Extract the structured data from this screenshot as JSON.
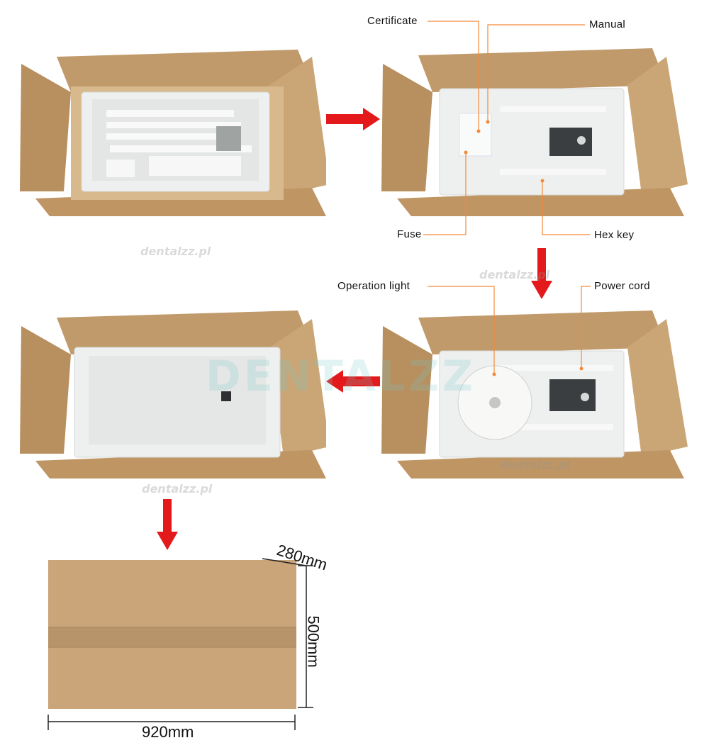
{
  "callouts": {
    "certificate": "Certificate",
    "manual": "Manual",
    "fuse": "Fuse",
    "hex_key": "Hex key",
    "operation_light": "Operation light",
    "power_cord": "Power cord"
  },
  "dimensions": {
    "depth": "280mm",
    "height": "500mm",
    "width": "920mm"
  },
  "watermarks": {
    "text": "dentalzz.pl",
    "logo": "DENTALZZ"
  },
  "colors": {
    "arrow": "#e3191b",
    "callout_line": "#f28a3a",
    "cardboard": "#c9a579",
    "foam": "#eef0ef"
  },
  "icons": {
    "step_arrow": "red-arrow-icon"
  }
}
